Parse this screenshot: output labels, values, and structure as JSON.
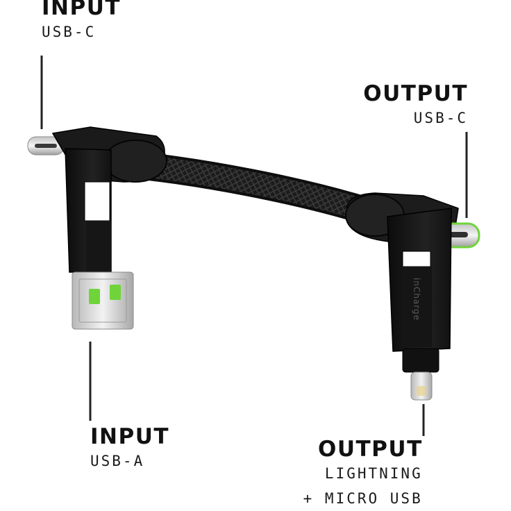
{
  "labels": {
    "input_c": {
      "title": "INPUT",
      "sub": "USB-C"
    },
    "output_c": {
      "title": "OUTPUT",
      "sub": "USB-C"
    },
    "input_a": {
      "title": "INPUT",
      "sub": "USB-A"
    },
    "output_l": {
      "title": "OUTPUT",
      "sub_line1": "LIGHTNING",
      "sub_line2": "+ MICRO USB"
    }
  },
  "product": {
    "brand_mark": "inCharge"
  },
  "colors": {
    "body": "#141414",
    "accent_green": "#6fd43a",
    "metal": "#d9d9d9",
    "leader_line": "#222222"
  }
}
